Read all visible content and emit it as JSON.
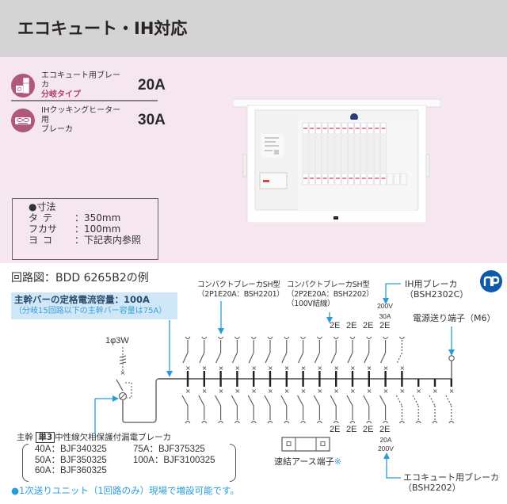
{
  "header": {
    "title": "エコキュート・IH対応"
  },
  "features": [
    {
      "icon": "ecocute-appliance-icon",
      "line1": "エコキュート用ブレーカ",
      "line2": "分岐タイプ",
      "amp": "20A"
    },
    {
      "icon": "ih-cooktop-icon",
      "line1": "IHクッキングヒーター用",
      "line2": "ブレーカ",
      "amp": "30A"
    }
  ],
  "dimensions": {
    "title": "●寸法",
    "rows": [
      {
        "key": "タテ",
        "val": "：350mm"
      },
      {
        "key": "フカサ",
        "val": "：100mm"
      },
      {
        "key": "ヨコ",
        "val": "：下記表内参照"
      }
    ]
  },
  "diagram": {
    "title": "回路図：BDD 6265B2の例",
    "bus_note": {
      "line1": "主幹バーの定格電流容量：100A",
      "line2": "（分岐15回路以下の主幹バー容量は75A）"
    },
    "supply": "1φ3W",
    "callouts": {
      "sh_1p": {
        "line1": "コンパクトブレーカSH型",
        "line2": "（2P1E20A：BSH2201）"
      },
      "sh_2p": {
        "line1": "コンパクトブレーカSH型",
        "line2": "（2P2E20A：BSH2202）",
        "line3": "（100V結線）"
      },
      "ih": {
        "line1": "IH用ブレーカ",
        "line2": "（BSH2302C）",
        "volt": "200V",
        "amp": "30A"
      },
      "power_terminal": "電源送り端子（M6）",
      "ecocute": {
        "line1": "エコキュート用ブレーカ",
        "line2": "（BSH2202）",
        "amp": "20A",
        "volt": "200V"
      }
    },
    "top_2e_labels": [
      "2E",
      "2E",
      "2E",
      "2E"
    ],
    "bottom_2e_labels": [
      "2E",
      "2E",
      "2E",
      "2E"
    ],
    "earth_terminal": {
      "label": "速結アース端子",
      "mark": "※"
    },
    "main_breaker": {
      "prefix": "主幹",
      "badge": "単3",
      "suffix": "中性線欠相保護付漏電ブレーカ",
      "models": [
        "40A：BJF340325",
        "75A：BJF375325",
        "50A：BJF350325",
        "100A：BJF3100325",
        "60A：BJF360325",
        ""
      ]
    },
    "footnote": "●1次送りユニット（1回路のみ）現場で増設可能です。"
  },
  "colors": {
    "header_bg": "#d4d4d4",
    "panel_bg": "#f5e6ef",
    "accent_pink": "#b0587a",
    "callout_blue": "#3ba0d8",
    "note_bg": "#cfe7f6",
    "logo_blue": "#0d5aa7"
  }
}
